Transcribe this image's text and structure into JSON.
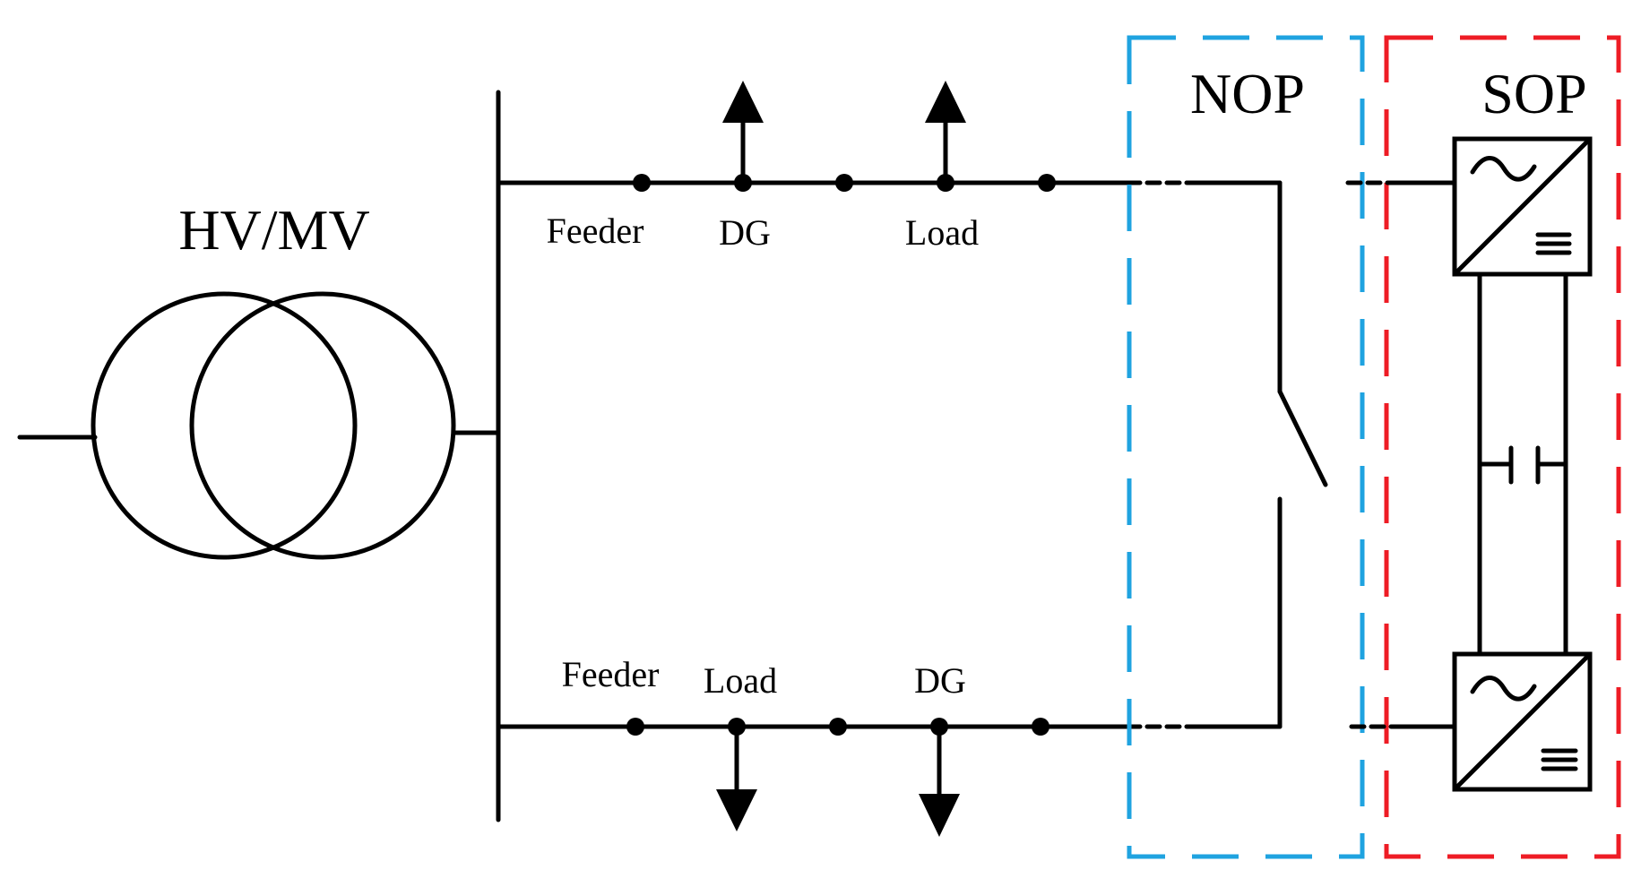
{
  "labels": {
    "transformer": "HV/MV",
    "nop": "NOP",
    "sop": "SOP",
    "feeder_top": "Feeder",
    "dg_top": "DG",
    "load_top": "Load",
    "feeder_bottom": "Feeder",
    "load_bottom": "Load",
    "dg_bottom": "DG"
  },
  "colors": {
    "nop_box": "#1fa3e0",
    "sop_box": "#ee1c25",
    "line": "#000000"
  },
  "icons": {
    "ac_symbol": "tilde",
    "dc_symbol": "triple-bar"
  }
}
